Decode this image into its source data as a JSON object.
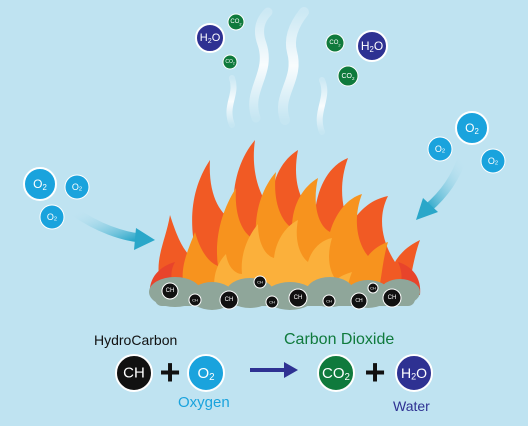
{
  "molecules": {
    "o2": "O2",
    "h2o": "H2O",
    "co2": "CO2",
    "ch": "CH"
  },
  "equation": {
    "hydrocarbon_label": "HydroCarbon",
    "oxygen_label": "Oxygen",
    "carbon_dioxide_label": "Carbon Dioxide",
    "water_label": "Water",
    "plus": "+"
  },
  "colors": {
    "background": "#bfe3f1",
    "o2": "#1aa3dd",
    "h2o": "#2e3192",
    "co2": "#0f7a3c",
    "ch": "#111111",
    "arrow": "#2aa7c9",
    "reaction_arrow": "#2e3192",
    "flame_outer": "#f15a24",
    "flame_mid": "#f7931e",
    "flame_inner": "#fbb03b",
    "coal": "#8fa69a",
    "smoke": "#eef3f6"
  },
  "icons": [
    "fire-icon",
    "smoke-icon",
    "coal-icon",
    "arrow-icon"
  ]
}
